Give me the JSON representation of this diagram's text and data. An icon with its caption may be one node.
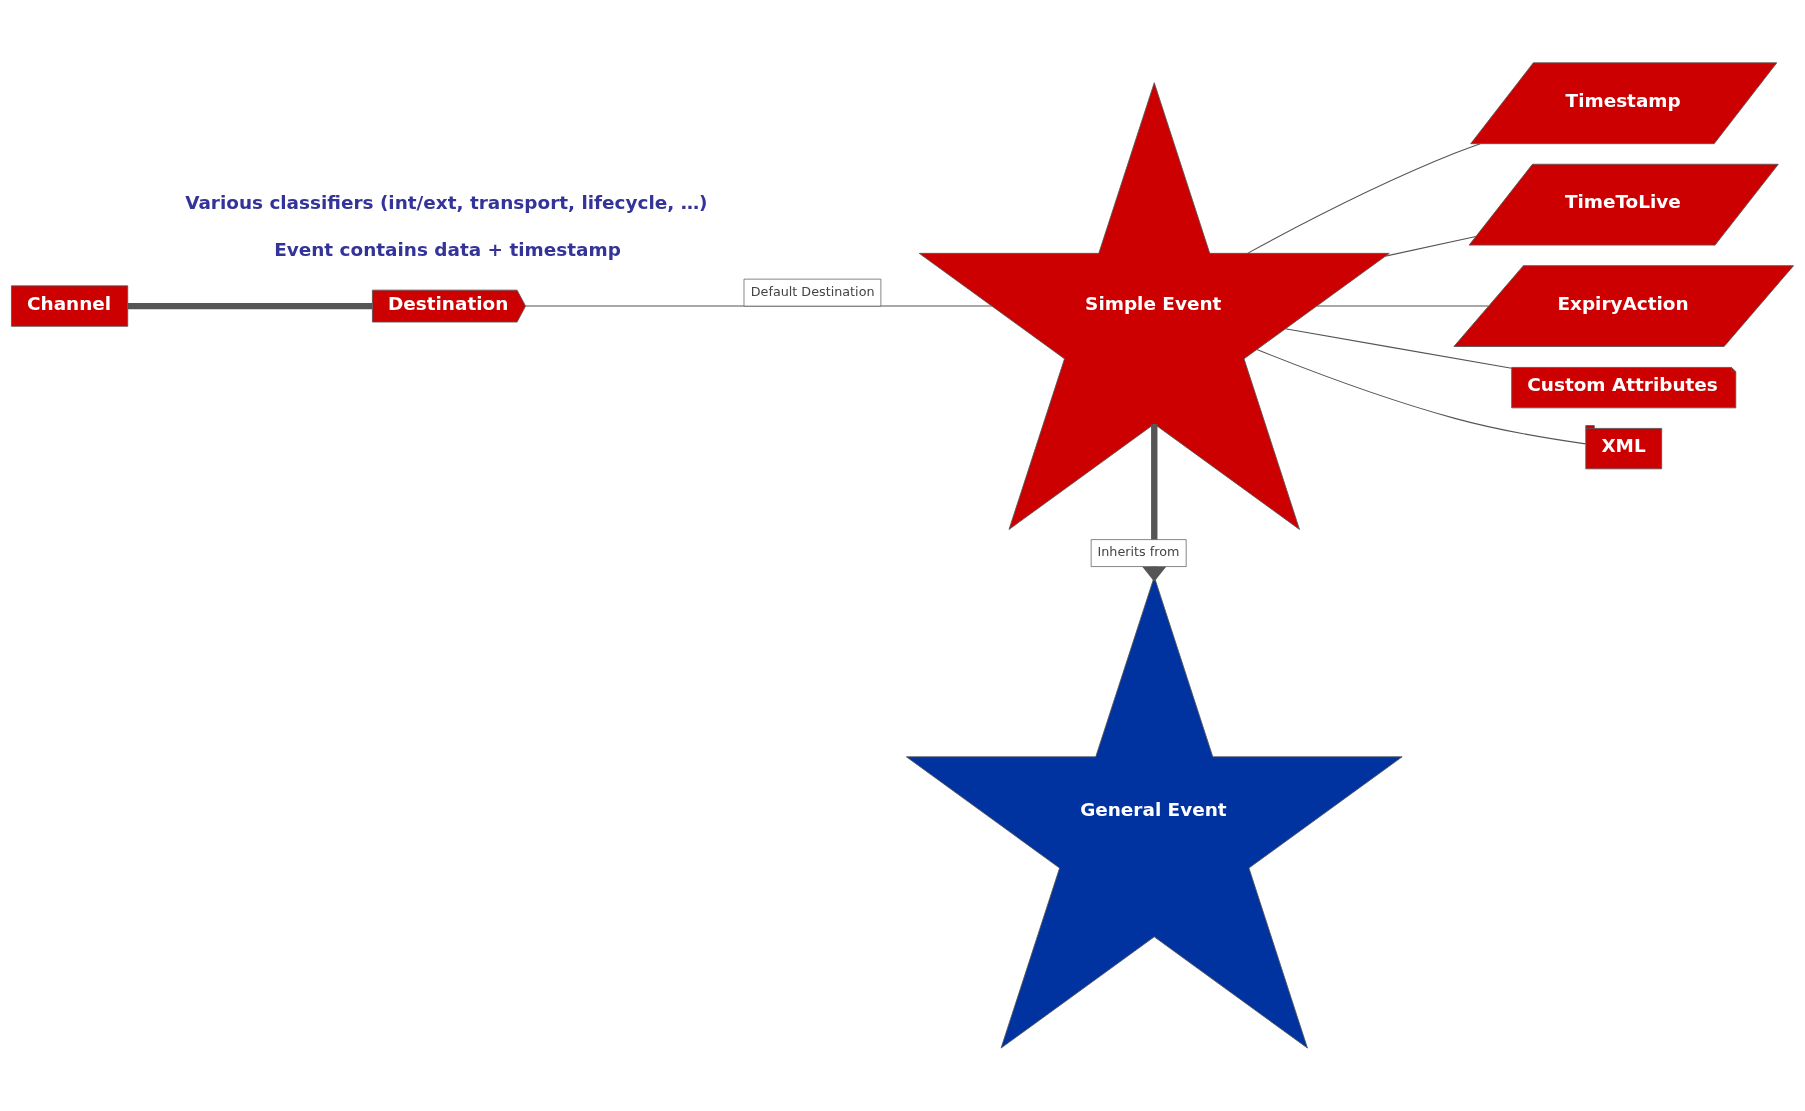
{
  "diagram": {
    "nodes": [
      {
        "text": [
          "Channel"
        ]
      },
      {
        "text": [
          "Destination"
        ]
      },
      {
        "text": [
          "General Event"
        ]
      },
      {
        "text": [
          "Simple Event"
        ]
      },
      {
        "text": [
          "Timestamp"
        ]
      },
      {
        "text": [
          "TimeToLive"
        ]
      },
      {
        "text": [
          "ExpiryAction"
        ]
      },
      {
        "text": [
          "Custom Attributes"
        ]
      },
      {
        "text": [
          "XML"
        ]
      }
    ],
    "edges": [
      {
        "from": 0,
        "to": 1,
        "arrow": "none",
        "style": "thick"
      },
      {
        "from": 1,
        "to": 3,
        "arrow": "none",
        "label": "Default Destination"
      },
      {
        "from": 3,
        "to": 2,
        "arrow": "to",
        "label": "Inherits from",
        "style": "thick"
      },
      {
        "from": 3,
        "to": 4,
        "arrow": "none"
      },
      {
        "from": 3,
        "to": 5,
        "arrow": "none"
      },
      {
        "from": 3,
        "to": 6,
        "arrow": "none"
      },
      {
        "from": 3,
        "to": 7,
        "arrow": "none"
      },
      {
        "from": 3,
        "to": 8,
        "arrow": "none"
      }
    ],
    "labels": [
      "Event contains data + timestamp",
      "Various classifiers (int/ext, transport, lifecycle, …)"
    ]
  }
}
